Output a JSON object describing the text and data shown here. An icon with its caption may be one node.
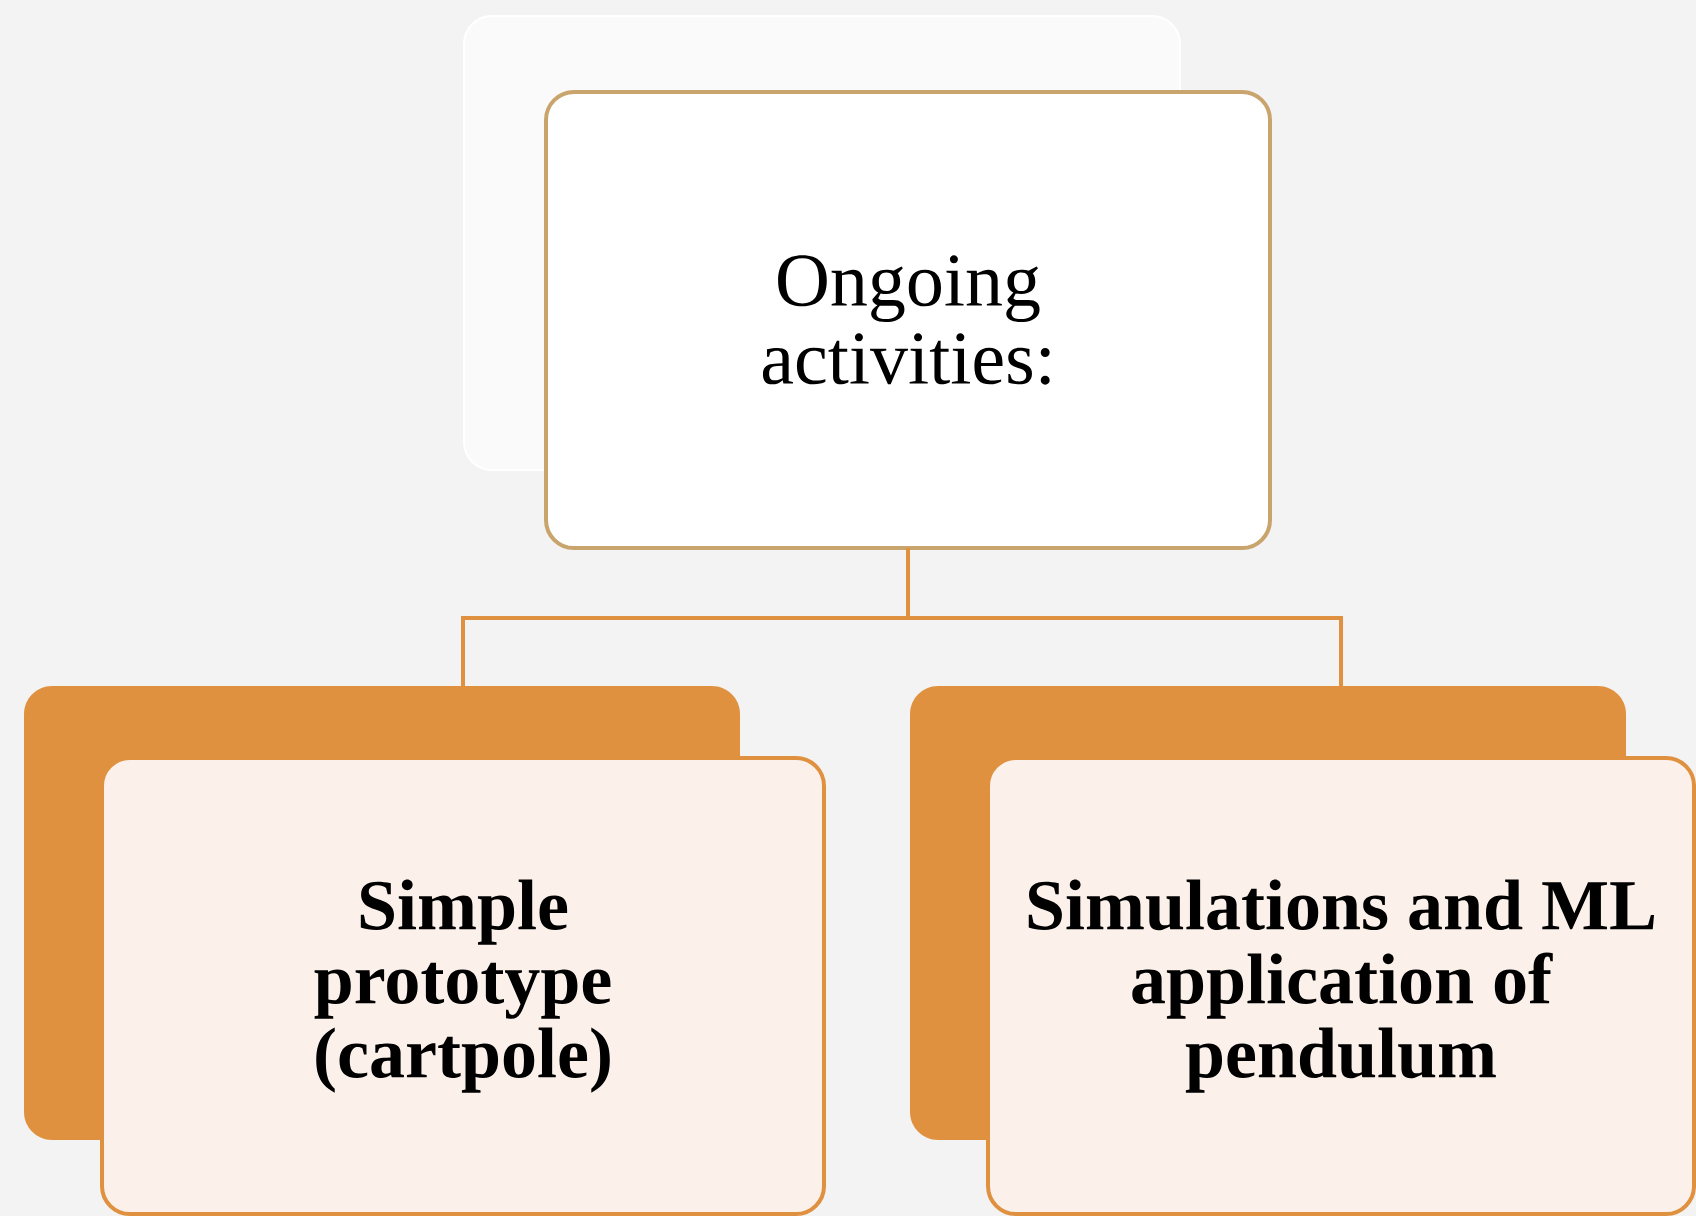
{
  "diagram": {
    "nodes": [
      {
        "text": [
          "Ongoing activities:"
        ]
      },
      {
        "text": [
          "Simple prototype (cartpole)"
        ]
      },
      {
        "text": [
          "Simulations and ML application of pendulum"
        ]
      }
    ],
    "edges": [
      {
        "from": 0,
        "to": 1,
        "arrow": "none"
      },
      {
        "from": 0,
        "to": 2,
        "arrow": "none"
      }
    ]
  }
}
